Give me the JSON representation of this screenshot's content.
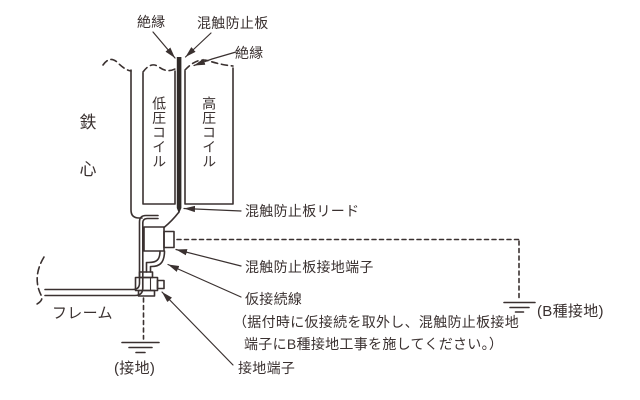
{
  "diagram": {
    "kind": "transformer-shield-plate-grounding-diagram",
    "colors": {
      "ink": "#3a3130",
      "background": "#ffffff",
      "plate_fill": "#2f2a28"
    },
    "top_labels": {
      "insulation_left": "絶縁",
      "shield_plate": "混触防止板",
      "insulation_right": "絶縁"
    },
    "parts": {
      "iron_core": "鉄心",
      "lv_coil": "低圧コイル",
      "hv_coil": "高圧コイル",
      "frame": "フレーム"
    },
    "callouts": {
      "shield_plate_lead": "混触防止板リード",
      "shield_plate_ground_terminal": "混触防止板接地端子",
      "temporary_connection": "仮接続線",
      "note_line1": "（据付時に仮接続を取外し、混触防止板接地",
      "note_line2": "端子にB種接地工事を施してください。）",
      "ground_terminal": "接地端子"
    },
    "grounds": {
      "frame_ground": "(接地)",
      "b_type_ground": "(B種接地)"
    }
  }
}
